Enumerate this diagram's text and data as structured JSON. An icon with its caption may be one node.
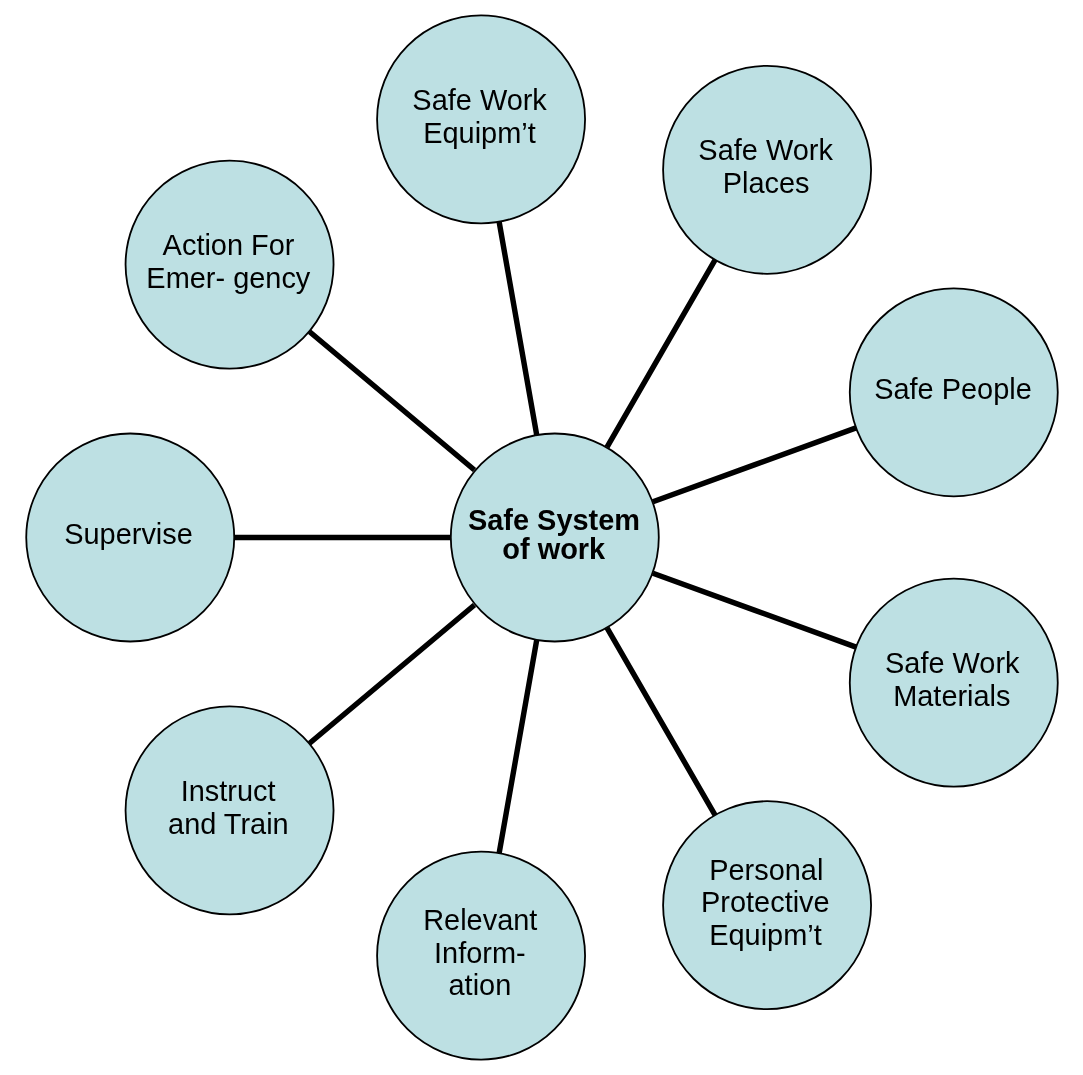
{
  "diagram": {
    "nodes": [
      {
        "text": [
          "Safe System of work"
        ]
      },
      {
        "text": [
          "Safe People"
        ]
      },
      {
        "text": [
          "Safe Work Places"
        ]
      },
      {
        "text": [
          "Safe Work Equipm’t"
        ]
      },
      {
        "text": [
          "Action For Emer- gency"
        ]
      },
      {
        "text": [
          "Supervise"
        ]
      },
      {
        "text": [
          "Instruct and Train"
        ]
      },
      {
        "text": [
          "Relevant Inform- ation"
        ]
      },
      {
        "text": [
          "Personal Protective Equipm’t"
        ]
      },
      {
        "text": [
          "Safe Work Materials"
        ]
      }
    ],
    "edges": [
      {
        "from": 0,
        "to": 1,
        "arrow": "none"
      },
      {
        "from": 0,
        "to": 2,
        "arrow": "none"
      },
      {
        "from": 0,
        "to": 3,
        "arrow": "none"
      },
      {
        "from": 0,
        "to": 4,
        "arrow": "none"
      },
      {
        "from": 0,
        "to": 5,
        "arrow": "none"
      },
      {
        "from": 0,
        "to": 6,
        "arrow": "none"
      },
      {
        "from": 0,
        "to": 7,
        "arrow": "none"
      },
      {
        "from": 0,
        "to": 8,
        "arrow": "none"
      },
      {
        "from": 0,
        "to": 9,
        "arrow": "none"
      }
    ]
  }
}
